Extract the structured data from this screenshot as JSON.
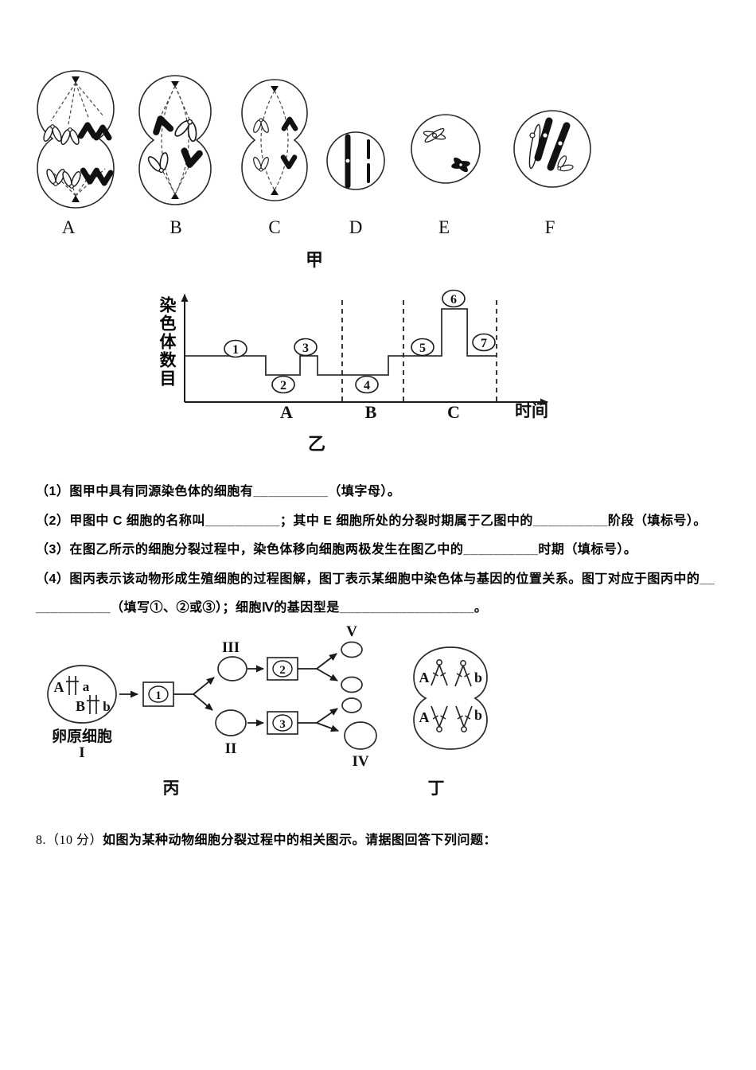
{
  "figure_jia": {
    "caption": "甲",
    "cells": [
      {
        "label": "A"
      },
      {
        "label": "B"
      },
      {
        "label": "C"
      },
      {
        "label": "D"
      },
      {
        "label": "E"
      },
      {
        "label": "F"
      }
    ]
  },
  "chart_data": {
    "type": "line",
    "title": "乙",
    "ylabel": "染色体数目",
    "xlabel": "时间",
    "phases": [
      "A",
      "B",
      "C"
    ],
    "point_labels": [
      "1",
      "2",
      "3",
      "4",
      "5",
      "6",
      "7"
    ],
    "series": [
      {
        "name": "染色体数目",
        "steps": [
          {
            "label": "1",
            "level": 2,
            "x_start": 0.0,
            "x_end": 0.26
          },
          {
            "label": "2",
            "level": 1,
            "x_start": 0.26,
            "x_end": 0.37
          },
          {
            "label": "3",
            "level": 2,
            "x_start": 0.37,
            "x_end": 0.426
          },
          {
            "label": "4",
            "level": 1,
            "x_start": 0.426,
            "x_end": 0.653
          },
          {
            "label": "5",
            "level": 2,
            "x_start": 0.653,
            "x_end": 0.824
          },
          {
            "label": "6",
            "level": 4,
            "x_start": 0.824,
            "x_end": 0.906
          },
          {
            "label": "7",
            "level": 2,
            "x_start": 0.906,
            "x_end": 1.0
          }
        ]
      }
    ],
    "phase_boundaries_x": [
      0.505,
      0.7015,
      1.0
    ],
    "ylim": [
      0,
      5
    ],
    "grid": false,
    "axis_ticks": "none"
  },
  "questions": {
    "q1": "（1）图甲中具有同源染色体的细胞有__________（填字母）。",
    "q2": "（2）甲图中 C 细胞的名称叫__________；其中 E 细胞所处的分裂时期属于乙图中的__________阶段（填标号）。",
    "q3": "（3）在图乙所示的细胞分裂过程中，染色体移向细胞两极发生在图乙中的__________时期（填标号）。",
    "q4_line1": "（4）图丙表示该动物形成生殖细胞的过程图解，图丁表示某细胞中染色体与基因的位置关系。图丁对应于图丙中的__",
    "q4_line2": "__________（填写①、②或③）；细胞Ⅳ的基因型是__________________。"
  },
  "figure_bing": {
    "caption": "丙",
    "source_cell": {
      "gene_top_left": "A",
      "gene_top_right": "a",
      "gene_bottom_left": "B",
      "gene_bottom_right": "b",
      "name": "卵原细胞",
      "numeral": "I"
    },
    "boxes": [
      "1",
      "2",
      "3"
    ],
    "numerals": {
      "two": "II",
      "three": "III",
      "four": "IV",
      "five": "V"
    }
  },
  "figure_ding": {
    "caption": "丁",
    "genes": {
      "top_left": "A",
      "top_right": "b",
      "bottom_left": "A",
      "bottom_right": "b"
    }
  },
  "question8": {
    "prefix": "8.（10 分）",
    "text": "如图为某种动物细胞分裂过程中的相关图示。请据图回答下列问题："
  }
}
